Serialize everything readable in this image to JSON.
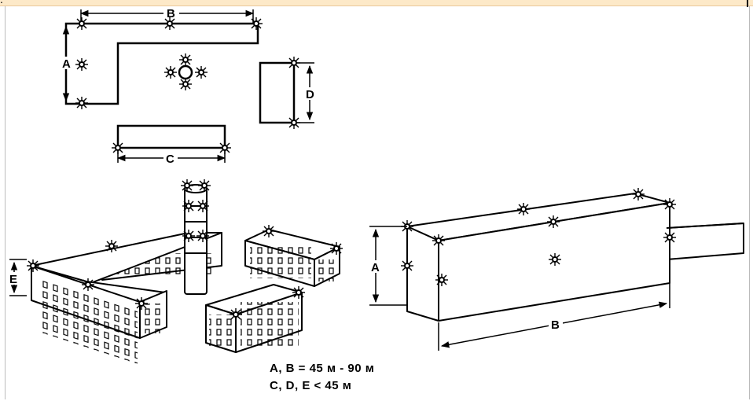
{
  "header": {
    "cut_text": "."
  },
  "labels": {
    "plan_b": "B",
    "plan_a": "A",
    "plan_c": "C",
    "plan_d": "D",
    "iso_e": "E",
    "iso_a": "A",
    "iso_b": "B"
  },
  "caption": {
    "line1": "A, B = 45 м - 90 м",
    "line2": "C, D, E < 45 м"
  },
  "colors": {
    "ink": "#000000",
    "header_bg": "#fde9c8"
  }
}
